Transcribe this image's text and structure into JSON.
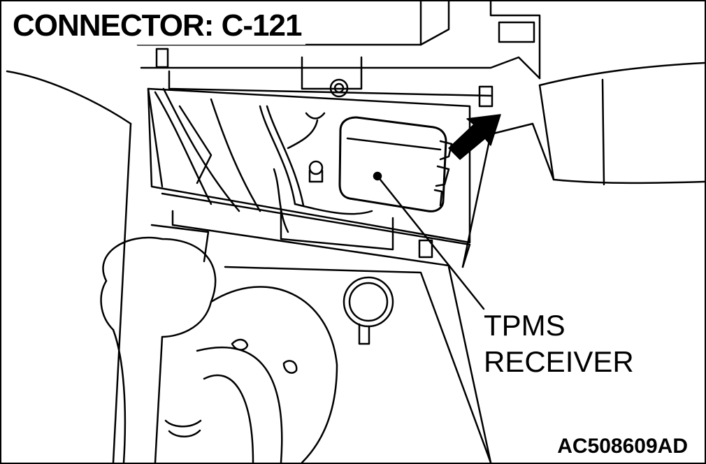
{
  "title": "CONNECTOR: C-121",
  "callout": {
    "line1": "TPMS",
    "line2": "RECEIVER"
  },
  "figure_code": "AC508609AD",
  "colors": {
    "ink": "#000000",
    "paper": "#ffffff"
  }
}
